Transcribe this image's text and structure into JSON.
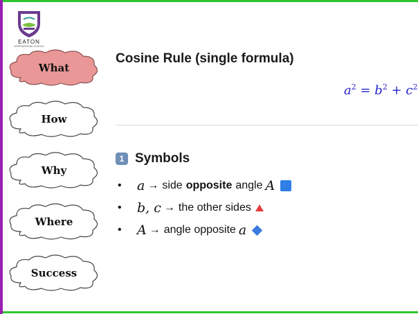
{
  "colors": {
    "frame_green": "#2ec52e",
    "frame_purple": "#9a1fb3",
    "active_cloud": "#e99797",
    "formula_blue": "#2323c8"
  },
  "logo": {
    "text": "EATON",
    "subtitle": "INTERNATIONAL SCHOOL",
    "icon": "school-crest-icon"
  },
  "nav": {
    "items": [
      {
        "label": "What",
        "active": true
      },
      {
        "label": "How",
        "active": false
      },
      {
        "label": "Why",
        "active": false
      },
      {
        "label": "Where",
        "active": false
      },
      {
        "label": "Success",
        "active": false
      }
    ]
  },
  "main": {
    "title": "Cosine Rule (single formula)",
    "formula": {
      "lhs_var": "a",
      "lhs_exp": "2",
      "eq": "=",
      "t1_var": "b",
      "t1_exp": "2",
      "plus": "+",
      "t2_var": "c",
      "t2_exp": "2"
    },
    "section": {
      "number": "1",
      "title": "Symbols",
      "bullets": [
        {
          "math": "a",
          "arrow": "→",
          "pre": "side",
          "bold": "opposite",
          "post": "angle",
          "math2": "A",
          "icon": "blue-square-icon"
        },
        {
          "math": "b, c",
          "arrow": "→",
          "text": "the other sides",
          "icon": "red-triangle-icon"
        },
        {
          "math": "A",
          "arrow": "→",
          "text": "angle opposite",
          "math2": "a",
          "icon": "blue-diamond-icon"
        }
      ]
    }
  }
}
